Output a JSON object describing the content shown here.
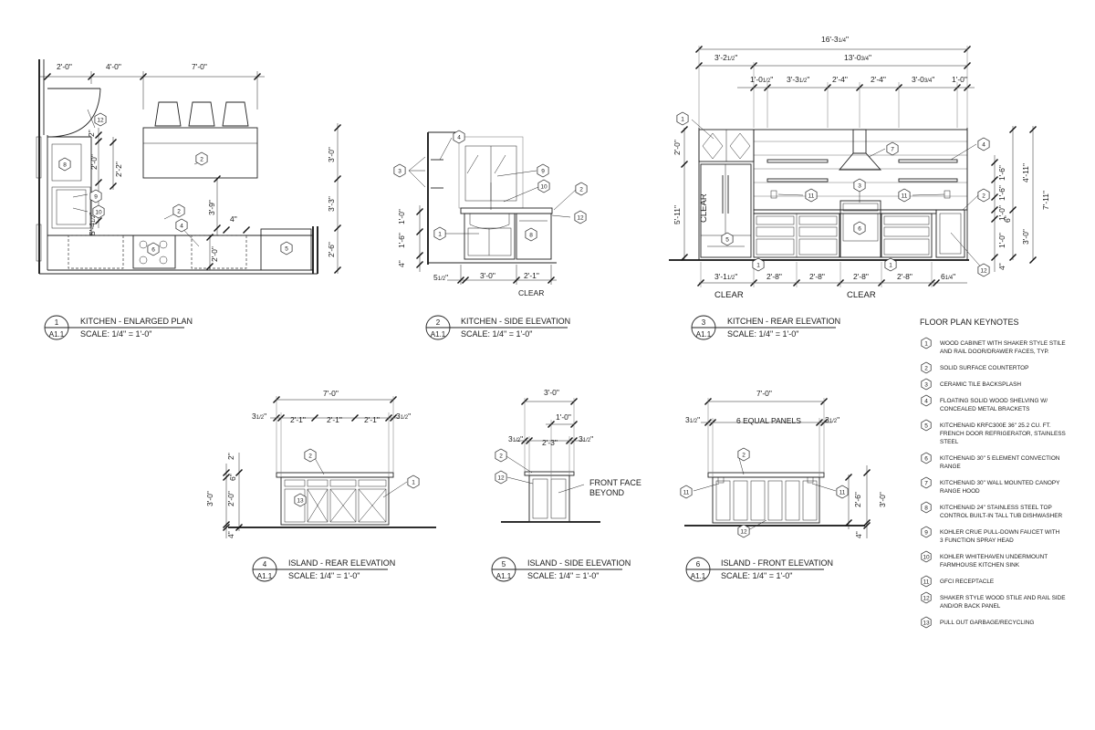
{
  "drawings": {
    "plan": {
      "number": "1",
      "sheet": "A1.1",
      "title": "KITCHEN - ENLARGED PLAN",
      "scale": "SCALE: 1/4\" = 1'-0\"",
      "dims": {
        "d1": "2'-0\"",
        "d2": "4'-0\"",
        "d3": "7'-0\"",
        "d4": "2\"",
        "d5": "2'-0\"",
        "d6": "2'-2\"",
        "d7": "3'-0\"",
        "d8": "3'-3\"",
        "d9": "3'-9\"",
        "d10": "4\"",
        "d11": "2'-0\"",
        "d12": "2'-6\"",
        "d13": "5'-4",
        "d13f": "1/2",
        "d13b": "\""
      },
      "tags": {
        "t12": "12",
        "t8": "8",
        "t2a": "2",
        "t9": "9",
        "t10": "10",
        "t2b": "2",
        "t4": "4",
        "t6": "6",
        "t5": "5"
      }
    },
    "side": {
      "number": "2",
      "sheet": "A1.1",
      "title": "KITCHEN - SIDE ELEVATION",
      "scale": "SCALE: 1/4\" = 1'-0\"",
      "dims": {
        "d1": "1'-0\"",
        "d2": "1'-6\"",
        "d3": "4\"",
        "d4": "5",
        "d4f": "1/2",
        "d4b": "\"",
        "d5": "3'-0\"",
        "d6": "2'-1\"",
        "clear": "CLEAR"
      },
      "tags": {
        "t3": "3",
        "t4": "4",
        "t9": "9",
        "t10": "10",
        "t2": "2",
        "t12": "12",
        "t1": "1",
        "t8": "8"
      }
    },
    "rear": {
      "number": "3",
      "sheet": "A1.1",
      "title": "KITCHEN - REAR ELEVATION",
      "scale": "SCALE: 1/4\" = 1'-0\"",
      "dims": {
        "top": "16'-3",
        "topf": "1/4",
        "topb": "\"",
        "d2": "3'-2",
        "d2f": "1/2",
        "d2b": "\"",
        "d3": "13'-0",
        "d3f": "3/4",
        "d3b": "\"",
        "d4": "1'-0",
        "d4f": "1/2",
        "d4b": "\"",
        "d5": "3'-3",
        "d5f": "1/2",
        "d5b": "\"",
        "d6": "2'-4\"",
        "d7": "2'-4\"",
        "d8": "3'-0",
        "d8f": "3/4",
        "d8b": "\"",
        "d9": "1'-0\"",
        "l1": "2'-0\"",
        "l2": "5'-11\"",
        "l3": "CLEAR",
        "r1": "4'-11\"",
        "r2": "7'-11\"",
        "r3": "1'-6\"",
        "r4": "1'-6\"",
        "r5": "1'-0\"",
        "r6": "6\"",
        "r7": "3'-0\"",
        "r8": "1'-0\"",
        "r9": "4\"",
        "b1": "3'-1",
        "b1f": "1/2",
        "b1b": "\"",
        "b2": "2'-8\"",
        "b3": "2'-8\"",
        "b4": "2'-8\"",
        "b5": "2'-8\"",
        "b6": "6",
        "b6f": "1/4",
        "b6b": "\"",
        "clear1": "CLEAR",
        "clear2": "CLEAR"
      },
      "tags": {
        "t1a": "1",
        "t7": "7",
        "t4": "4",
        "t3": "3",
        "t11a": "11",
        "t11b": "11",
        "t2": "2",
        "t5": "5",
        "t6": "6",
        "t1b": "1",
        "t1c": "1",
        "t12": "12"
      }
    },
    "island_rear": {
      "number": "4",
      "sheet": "A1.1",
      "title": "ISLAND - REAR ELEVATION",
      "scale": "SCALE: 1/4\" = 1'-0\"",
      "dims": {
        "top": "7'-0\"",
        "d1": "3",
        "d1f": "1/2",
        "d1b": "\"",
        "d2": "2'-1\"",
        "d3": "2'-1\"",
        "d4": "2'-1\"",
        "d5": "3",
        "d5f": "1/2",
        "d5b": "\"",
        "l1": "2\"",
        "l2": "6\"",
        "l3": "3'-0\"",
        "l4": "2'-0\"",
        "l5": "4\""
      },
      "tags": {
        "t2": "2",
        "t1": "1",
        "t13": "13"
      }
    },
    "island_side": {
      "number": "5",
      "sheet": "A1.1",
      "title": "ISLAND - SIDE ELEVATION",
      "scale": "SCALE: 1/4\" = 1'-0\"",
      "dims": {
        "top": "3'-0\"",
        "d1": "1'-0\"",
        "d2": "3",
        "d2f": "1/2",
        "d2b": "\"",
        "d3": "2'-3\"",
        "d4": "3",
        "d4f": "1/2",
        "d4b": "\""
      },
      "note1": "FRONT FACE",
      "note2": "BEYOND",
      "tags": {
        "t2": "2",
        "t12": "12"
      }
    },
    "island_front": {
      "number": "6",
      "sheet": "A1.1",
      "title": "ISLAND - FRONT ELEVATION",
      "scale": "SCALE: 1/4\" = 1'-0\"",
      "dims": {
        "top": "7'-0\"",
        "d1": "3",
        "d1f": "1/2",
        "d1b": "\"",
        "panels": "6 EQUAL PANELS",
        "d2": "3",
        "d2f": "1/2",
        "d2b": "\"",
        "r1": "2'-6\"",
        "r2": "3'-0\"",
        "r3": "4\""
      },
      "tags": {
        "t2": "2",
        "t11a": "11",
        "t11b": "11",
        "t12": "12"
      }
    }
  },
  "keynotes": {
    "title": "FLOOR PLAN KEYNOTES",
    "items": [
      {
        "num": "1",
        "lines": [
          "WOOD CABINET WITH SHAKER STYLE STILE",
          "AND RAIL DOOR/DRAWER FACES, TYP."
        ]
      },
      {
        "num": "2",
        "lines": [
          "SOLID SURFACE COUNTERTOP"
        ]
      },
      {
        "num": "3",
        "lines": [
          "CERAMIC TILE BACKSPLASH"
        ]
      },
      {
        "num": "4",
        "lines": [
          "FLOATING SOLID WOOD SHELVING W/",
          "CONCEALED METAL BRACKETS"
        ]
      },
      {
        "num": "5",
        "lines": [
          "KITCHENAID KRFC300E 36\" 25.2 CU. FT.",
          "FRENCH DOOR REFRIGERATOR, STAINLESS",
          "STEEL"
        ]
      },
      {
        "num": "6",
        "lines": [
          "KITCHENAID 30\" 5 ELEMENT CONVECTION",
          "RANGE"
        ]
      },
      {
        "num": "7",
        "lines": [
          "KITCHENAID 30\" WALL MOUNTED CANOPY",
          "RANGE HOOD"
        ]
      },
      {
        "num": "8",
        "lines": [
          "KITCHENAID 24\" STAINLESS STEEL TOP",
          "CONTROL BUILT-IN TALL TUB DISHWASHER"
        ]
      },
      {
        "num": "9",
        "lines": [
          "KOHLER CRUE PULL-DOWN FAUCET WITH",
          "3 FUNCTION SPRAY HEAD"
        ]
      },
      {
        "num": "10",
        "lines": [
          "KOHLER WHITEHAVEN UNDERMOUNT",
          "FARMHOUSE KITCHEN SINK"
        ]
      },
      {
        "num": "11",
        "lines": [
          "GFCI RECEPTACLE"
        ]
      },
      {
        "num": "12",
        "lines": [
          "SHAKER STYLE WOOD STILE AND RAIL SIDE",
          "AND/OR BACK PANEL"
        ]
      },
      {
        "num": "13",
        "lines": [
          "PULL OUT GARBAGE/RECYCLING"
        ]
      }
    ]
  }
}
